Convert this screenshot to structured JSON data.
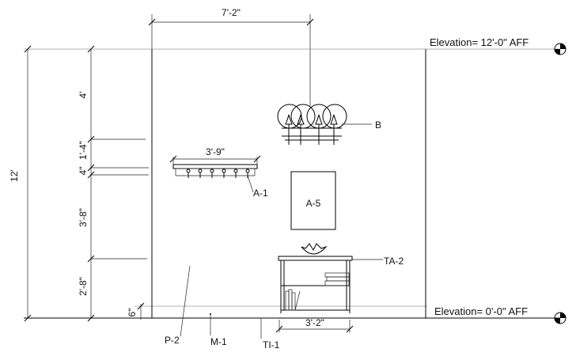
{
  "dimensions": {
    "top_width": "7'-2\"",
    "total_height": "12'",
    "seg_4": "4'",
    "seg_1_4": "1'-4\"",
    "seg_4in": "4\"",
    "seg_3_8": "3'-8\"",
    "seg_2_8": "2'-8\"",
    "seg_6in": "6\"",
    "shelf_width": "3'-9\"",
    "table_width": "3'-2\""
  },
  "elevations": {
    "top": "Elevation= 12'-0\" AFF",
    "bottom": "Elevation= 0'-0\" AFF"
  },
  "tags": {
    "light": "B",
    "hooks": "A-1",
    "art": "A-5",
    "table": "TA-2",
    "paint": "P-2",
    "molding": "M-1",
    "tile": "TI-1"
  }
}
